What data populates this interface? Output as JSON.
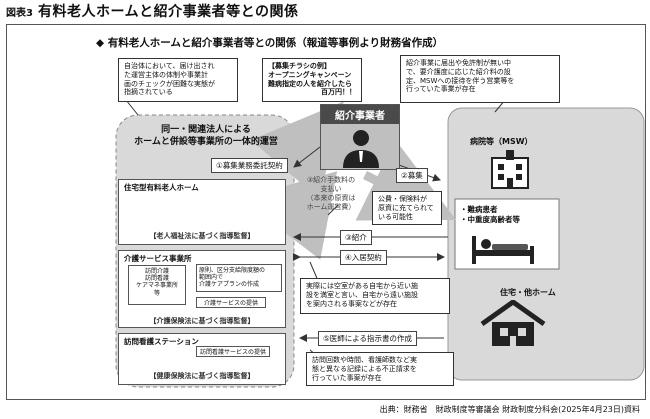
{
  "figure_label": "図表3",
  "figure_title": "有料老人ホームと紹介事業者等との関係",
  "subtitle": "◆ 有料老人ホームと紹介事業者等との関係（報道等事例より財務省作成）",
  "notes": {
    "local_gov": [
      "自治体において、届け出され",
      "た運営主体の体制や事業計",
      "画のチェックが困難な実態が",
      "指摘されている"
    ],
    "flyer": [
      "【募集チラシの例】",
      "オープニングキャンペーン",
      "難病指定の人を紹介したら",
      "百万円！！"
    ],
    "agency_issue": [
      "紹介事業に届出や免許制が無い中",
      "で、要介護度に応じた紹介料の設",
      "定、MSWへの接待を伴う営業等を",
      "行っていた事業が存在"
    ],
    "vacancy": [
      "実際には空室がある自宅から近い施",
      "設を満室と言い、自宅から遠い施設",
      "を案内される事案などが存在"
    ],
    "visit_count": [
      "訪問回数や時間、看護師数など実",
      "態と異なる記録による不正請求を",
      "行っていた事案が存在"
    ],
    "public_insurance": [
      "公費・保険料が",
      "原資に充てられて",
      "いる可能性"
    ]
  },
  "group": {
    "title": [
      "同一・関連法人による",
      "ホームと併設等事業所の一体的運営"
    ],
    "home": {
      "name": "住宅型有料老人ホーム",
      "law": "【老人福祉法に基づく指導監督】"
    },
    "care": {
      "name": "介護サービス事業所",
      "staff": [
        "訪問介護",
        "訪問看護",
        "ケアマネ事業所",
        "等"
      ],
      "plan_note": [
        "原則、区分支給限度額の",
        "範囲内で",
        "介護ケアプランの作成"
      ],
      "provide": "介護サービスの提供",
      "law": "【介護保険法に基づく指導監督】"
    },
    "nursing": {
      "name": "訪問看護ステーション",
      "provide": "訪問看護サービスの提供",
      "law": "【健康保険法に基づく指導監督】"
    }
  },
  "agency_label": "紹介事業者",
  "fee_note": [
    "③紹介手数料の",
    "支払い",
    "（本来の原資は",
    "ホーム運営費）"
  ],
  "arrows": {
    "a1": "①募集業務委託契約",
    "a2": "②募集",
    "a3": "③紹介",
    "a4": "④入居契約",
    "a5": "⑤医師による指示書の作成"
  },
  "right": {
    "hospital": "病院等（MSW）",
    "patients": [
      "・難病患者",
      "・中重度高齢者等"
    ],
    "home": "住宅・他ホーム"
  },
  "source": "出典：財務省　財政制度等審議会 財政制度分科会(2025年4月23日)資料"
}
